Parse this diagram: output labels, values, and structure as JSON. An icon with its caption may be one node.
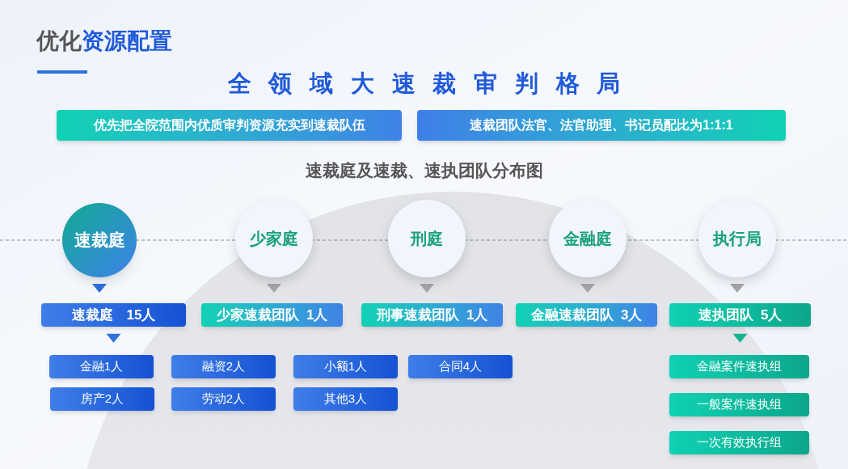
{
  "diagram": {
    "title": "优化资源配置",
    "nodes": [
      {
        "text": [
          "优先把全院范围内优质审判资源充实到速裁队伍"
        ]
      },
      {
        "text": [
          "速裁团队法官、法官助理、书记员配比为1:1:1"
        ]
      },
      {
        "text": [
          "速裁庭"
        ]
      },
      {
        "text": [
          "少家庭"
        ]
      },
      {
        "text": [
          "刑庭"
        ]
      },
      {
        "text": [
          "金融庭"
        ]
      },
      {
        "text": [
          "执行局"
        ]
      },
      {
        "text": [
          "速裁庭　15人"
        ]
      },
      {
        "text": [
          "少家速裁团队  1人"
        ]
      },
      {
        "text": [
          "刑事速裁团队  1人"
        ]
      },
      {
        "text": [
          "金融速裁团队  3人"
        ]
      },
      {
        "text": [
          "速执团队  5人"
        ]
      },
      {
        "text": [
          "金融1人"
        ]
      },
      {
        "text": [
          "融资2人"
        ]
      },
      {
        "text": [
          "小额1人"
        ]
      },
      {
        "text": [
          "合同4人"
        ]
      },
      {
        "text": [
          "房产2人"
        ]
      },
      {
        "text": [
          "劳动2人"
        ]
      },
      {
        "text": [
          "其他3人"
        ]
      },
      {
        "text": [
          "金融案件速执组"
        ]
      },
      {
        "text": [
          "一般案件速执组"
        ]
      },
      {
        "text": [
          "一次有效执行组"
        ]
      }
    ],
    "edges": [
      {
        "from": 2,
        "to": 7,
        "arrow": "to",
        "color": "#2f6fe0"
      },
      {
        "from": 3,
        "to": 8,
        "arrow": "to"
      },
      {
        "from": 4,
        "to": 9,
        "arrow": "to"
      },
      {
        "from": 5,
        "to": 10,
        "arrow": "to"
      },
      {
        "from": 6,
        "to": 11,
        "arrow": "to"
      },
      {
        "from": 7,
        "to": 12,
        "arrow": "to",
        "color": "#2f6fe0"
      },
      {
        "from": 11,
        "to": 19,
        "arrow": "to",
        "color": "#14b394"
      }
    ],
    "labels": [
      "全领域大速裁审判格局",
      "速裁庭及速裁、速执团队分布图"
    ]
  }
}
